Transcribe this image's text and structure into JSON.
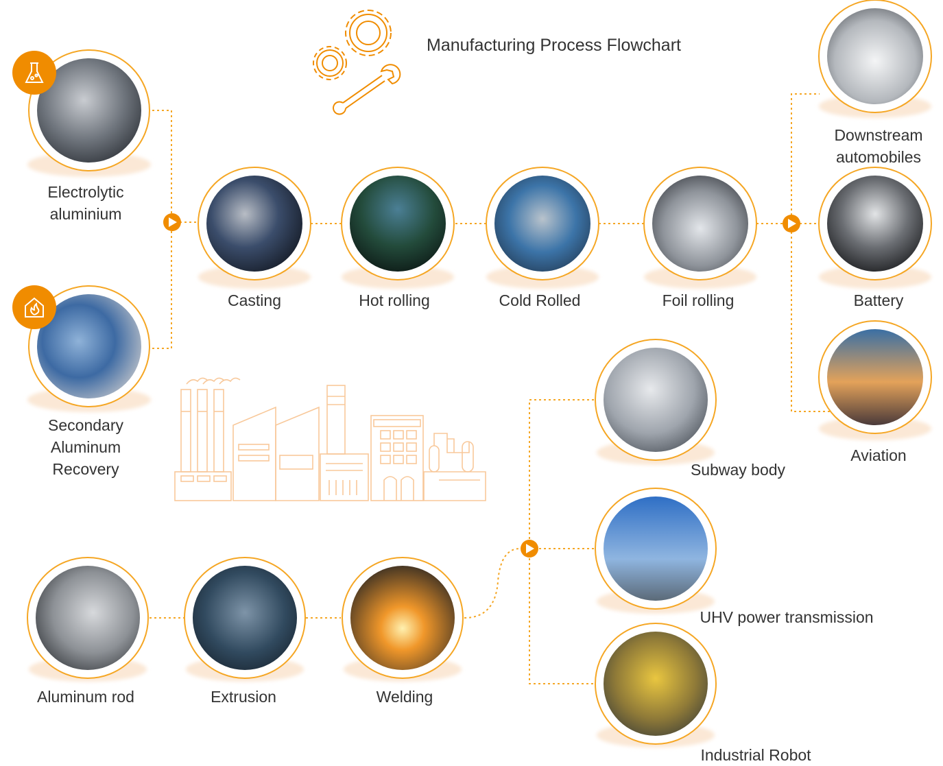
{
  "title": "Manufacturing Process Flowchart",
  "colors": {
    "accent": "#f08c00",
    "ring": "#f5a623",
    "line": "#f5a623",
    "shadow": "#fbe8d6",
    "illustration": "#f8c89a"
  },
  "nodes": {
    "electrolytic": {
      "label": "Electrolytic\naluminium",
      "badge_icon": "flask-icon"
    },
    "secondary": {
      "label": "Secondary\nAluminum\nRecovery",
      "badge_icon": "furnace-fire-icon"
    },
    "casting": {
      "label": "Casting"
    },
    "hot_rolling": {
      "label": "Hot rolling"
    },
    "cold_rolled": {
      "label": "Cold Rolled"
    },
    "foil_rolling": {
      "label": "Foil rolling"
    },
    "automobiles": {
      "label": "Downstream\nautomobiles"
    },
    "battery": {
      "label": "Battery"
    },
    "aviation": {
      "label": "Aviation"
    },
    "subway": {
      "label": "Subway body"
    },
    "uhv": {
      "label": "UHV power transmission"
    },
    "robot": {
      "label": "Industrial Robot"
    },
    "rod": {
      "label": "Aluminum rod"
    },
    "extrusion": {
      "label": "Extrusion"
    },
    "welding": {
      "label": "Welding"
    }
  }
}
